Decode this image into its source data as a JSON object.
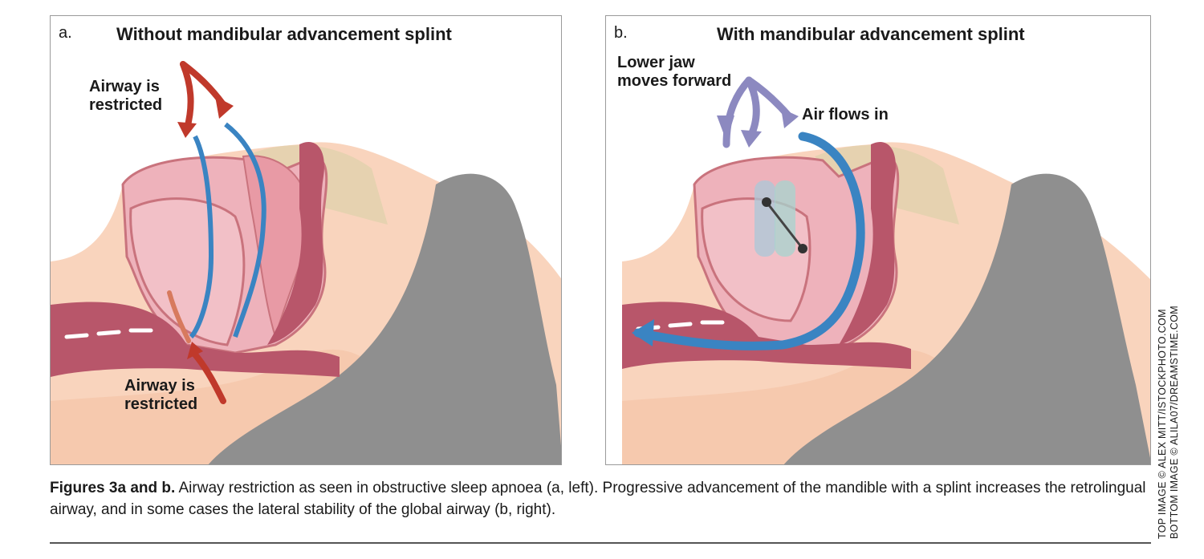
{
  "panel_a": {
    "letter": "a.",
    "title": "Without mandibular advancement splint",
    "label_top": "Airway is\nrestricted",
    "label_bottom": "Airway is\nrestricted"
  },
  "panel_b": {
    "letter": "b.",
    "title": "With mandibular advancement splint",
    "label_jaw": "Lower jaw\nmoves forward",
    "label_air": "Air flows in"
  },
  "caption": {
    "lead": "Figures 3a and b.",
    "text": " Airway restriction as seen in obstructive sleep apnoea (a, left). Progressive advancement of the mandible with a splint increases the retrolingual airway, and in some cases the lateral stability of the global airway (b, right)."
  },
  "credits": {
    "top": "TOP IMAGE © ALEX MITT/ISTOCKPHOTO.COM",
    "bottom": "BOTTOM IMAGE © ALILA07/DREAMSTIME.COM"
  },
  "colors": {
    "skin": "#f9d4bd",
    "hair": "#8f8f8f",
    "tissue": "#c9737d",
    "tissue_light": "#eeb2bb",
    "bone": "#e6d2b0",
    "airflow": "#3a84c2",
    "restriction_arrow": "#c0392b",
    "movement_arrow": "#8c89c0"
  }
}
